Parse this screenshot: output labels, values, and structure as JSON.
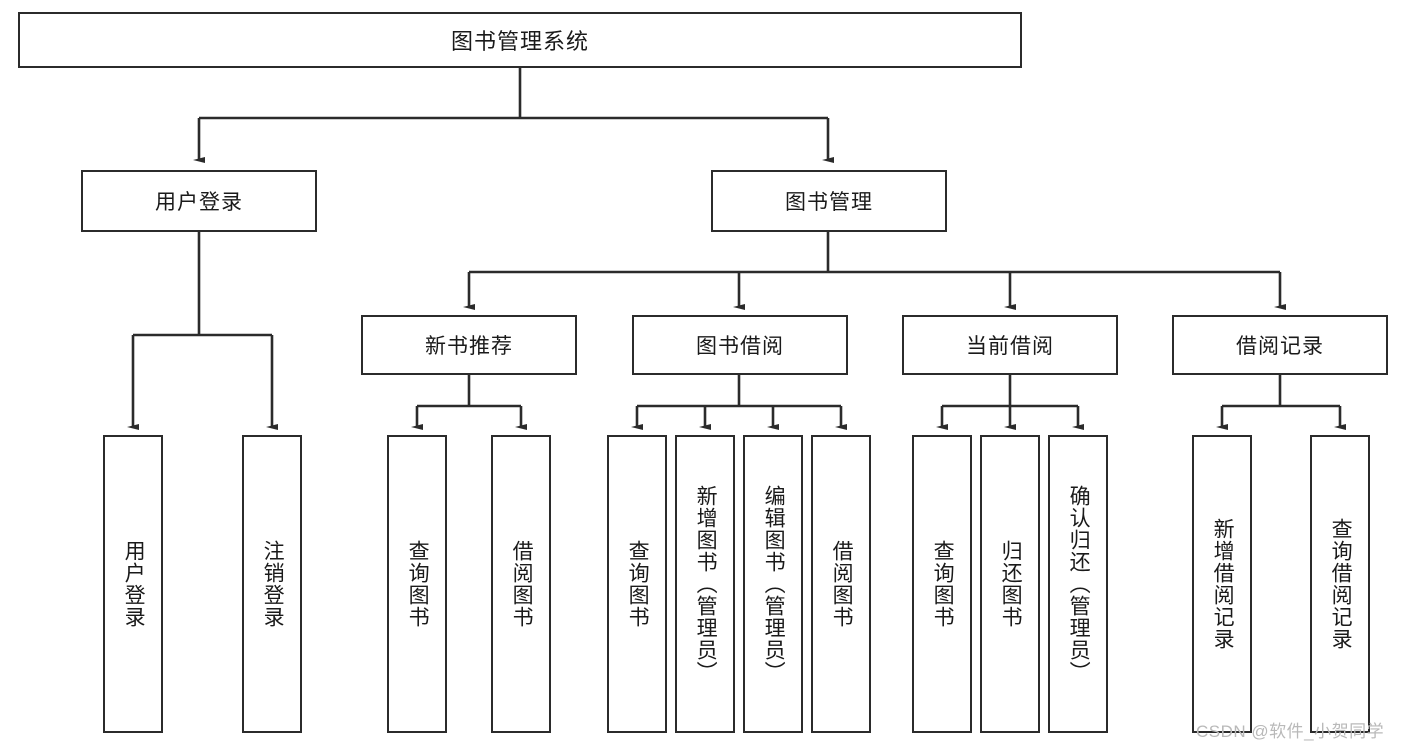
{
  "diagram": {
    "title": "图书管理系统",
    "type": "tree-hierarchy",
    "background_color": "#ffffff",
    "stroke_color": "#2b2b2b",
    "text_color": "#1a1a1a"
  },
  "nodes": {
    "root": {
      "label": "图书管理系统"
    },
    "level1": [
      {
        "label": "用户登录"
      },
      {
        "label": "图书管理"
      }
    ],
    "level2": [
      {
        "label": "新书推荐"
      },
      {
        "label": "图书借阅"
      },
      {
        "label": "当前借阅"
      },
      {
        "label": "借阅记录"
      }
    ],
    "leaves_user_login": [
      {
        "label": "用户登录"
      },
      {
        "label": "注销登录"
      }
    ],
    "leaves_new_books": [
      {
        "label": "查询图书"
      },
      {
        "label": "借阅图书"
      }
    ],
    "leaves_borrow": [
      {
        "label": "查询图书"
      },
      {
        "label": "新增图书（管理员）"
      },
      {
        "label": "编辑图书（管理员）"
      },
      {
        "label": "借阅图书"
      }
    ],
    "leaves_current": [
      {
        "label": "查询图书"
      },
      {
        "label": "归还图书"
      },
      {
        "label": "确认归还（管理员）"
      }
    ],
    "leaves_records": [
      {
        "label": "新增借阅记录"
      },
      {
        "label": "查询借阅记录"
      }
    ]
  },
  "watermark": {
    "text": "CSDN @软件_小贺同学"
  }
}
